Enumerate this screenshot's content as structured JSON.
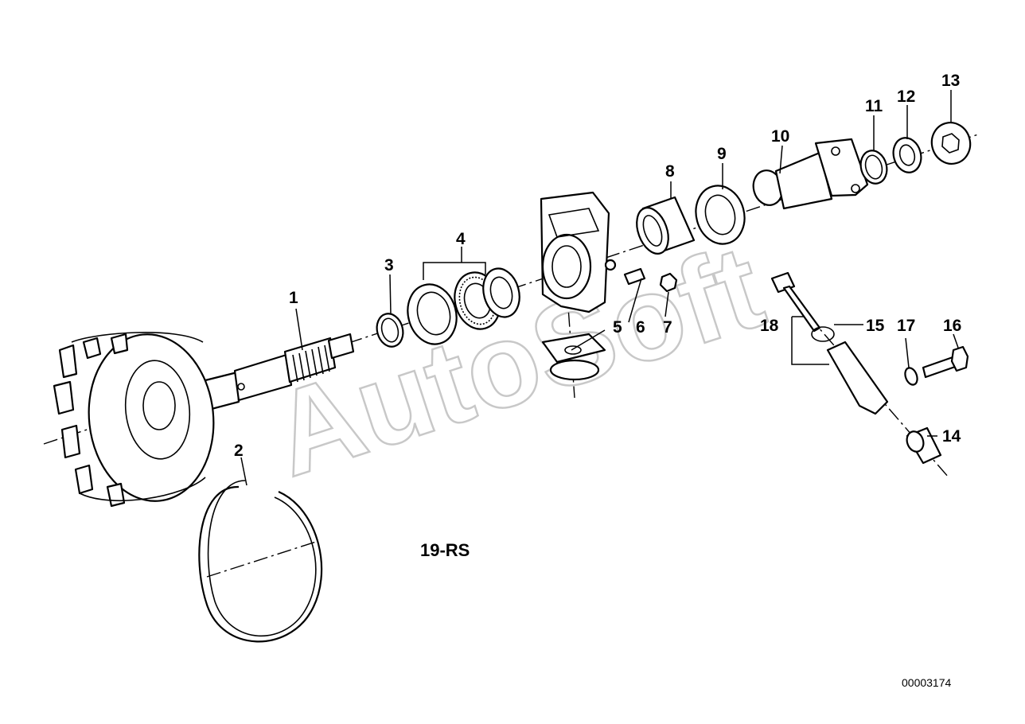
{
  "watermark": "AutoSoft",
  "diagram_code": "19-RS",
  "document_number": "00003174",
  "callouts": [
    "1",
    "2",
    "3",
    "4",
    "5",
    "6",
    "7",
    "8",
    "9",
    "10",
    "11",
    "12",
    "13",
    "14",
    "15",
    "16",
    "17",
    "18"
  ]
}
